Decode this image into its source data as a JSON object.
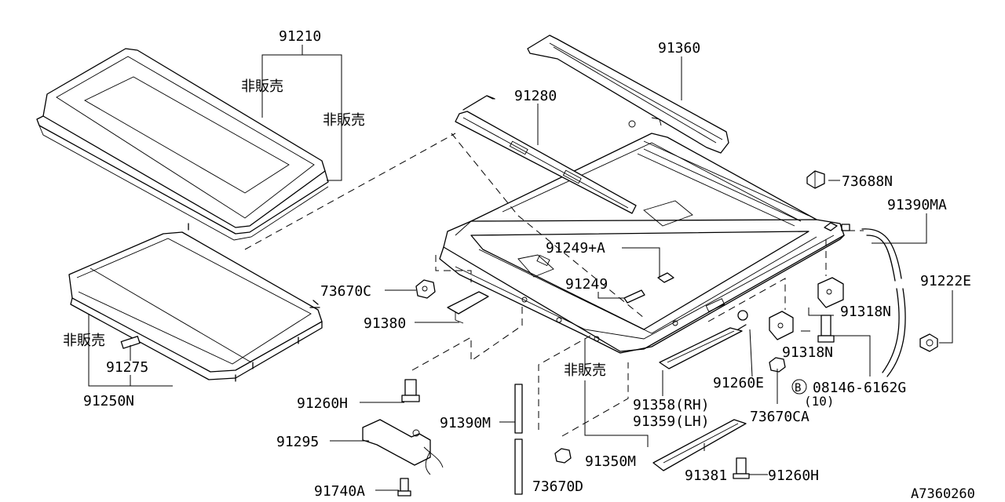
{
  "diagram_id": "A7360260",
  "labels": {
    "p91210": "91210",
    "ns_glass_1": "非販売",
    "ns_glass_2": "非販売",
    "p91360": "91360",
    "p91280": "91280",
    "p73688N": "73688N",
    "p91390MA": "91390MA",
    "p91222E": "91222E",
    "p91249A": "91249+A",
    "p91249": "91249",
    "p73670C": "73670C",
    "p91380": "91380",
    "ns_shade": "非販売",
    "p91275": "91275",
    "p91250N": "91250N",
    "p91318N_1": "91318N",
    "p91318N_2": "91318N",
    "p91260E": "91260E",
    "bolt_symbol": "B",
    "bolt_part": "08146-6162G",
    "bolt_qty": "(10)",
    "p91260H_1": "91260H",
    "ns_rails": "非販売",
    "p91358": "91358(RH)",
    "p91359": "91359(LH)",
    "p73670CA": "73670CA",
    "p91390M": "91390M",
    "p91295": "91295",
    "p91350M": "91350M",
    "p91381": "91381",
    "p91260H_2": "91260H",
    "p91740A": "91740A",
    "p73670D": "73670D"
  }
}
